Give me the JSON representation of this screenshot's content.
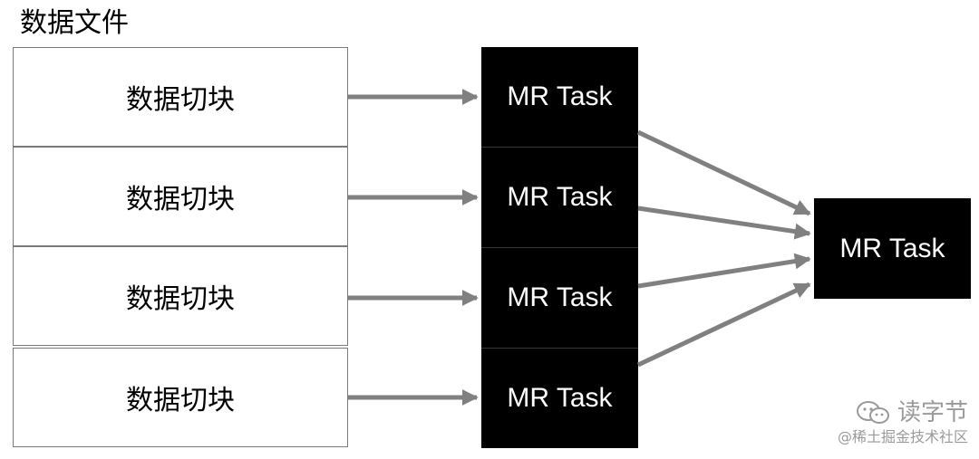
{
  "title": "数据文件",
  "chunks": [
    "数据切块",
    "数据切块",
    "数据切块",
    "数据切块"
  ],
  "map_tasks": [
    "MR Task",
    "MR Task",
    "MR Task",
    "MR Task"
  ],
  "reduce_task": "MR Task",
  "watermark": {
    "brand": "读字节",
    "sub": "@稀土掘金技术社区"
  },
  "colors": {
    "arrow": "#808080",
    "task_fill": "#000000",
    "task_text": "#ffffff",
    "chunk_border": "#7a7a7a",
    "watermark": "#9a9a9a"
  }
}
